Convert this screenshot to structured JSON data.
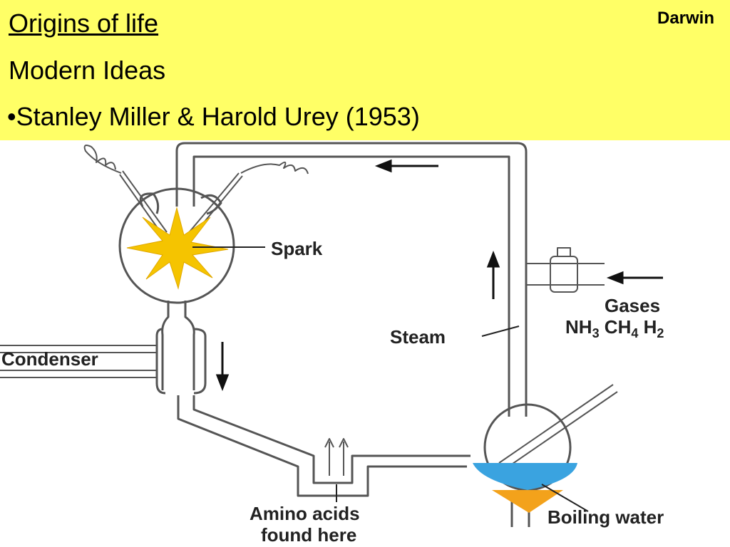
{
  "header": {
    "title": "Origins of life",
    "subtitle": "Modern Ideas",
    "bullet": "•Stanley Miller & Harold Urey (1953)",
    "corner": "Darwin"
  },
  "diagram": {
    "labels": {
      "spark": "Spark",
      "condenser": "Condenser",
      "steam": "Steam",
      "gases": "Gases",
      "gases_formula": [
        "NH",
        "3",
        " CH",
        "4",
        " H",
        "2"
      ],
      "amino_line1": "Amino acids",
      "amino_line2": "found here",
      "boiling": "Boiling water"
    },
    "colors": {
      "header_bg": "#ffff66",
      "spark": "#f5c400",
      "water": "#3aa3e0",
      "flame": "#f3a21b"
    }
  }
}
